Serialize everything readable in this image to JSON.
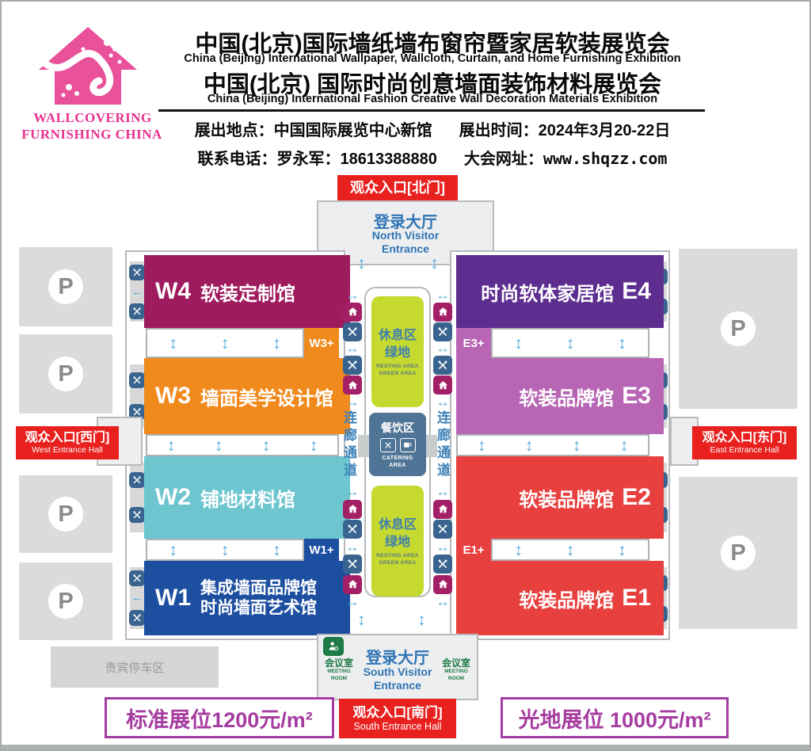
{
  "header": {
    "logo": {
      "line1": "WALLCOVERING",
      "line2": "FURNISHING CHINA"
    },
    "title_cn_1": "中国(北京)国际墙纸墙布窗帘暨家居软装展览会",
    "title_en_1": "China (Beijing) International Wallpaper, Wallcloth, Curtain, and Home Furnishing Exhibition",
    "title_cn_2": "中国(北京) 国际时尚创意墙面装饰材料展览会",
    "title_en_2": "China (Beijing) International Fashion Creative Wall Decoration Materials Exhibition",
    "location_label": "展出地点：",
    "location_value": "中国国际展览中心新馆",
    "time_label": "展出时间：",
    "time_value": "2024年3月20-22日",
    "phone_label": "联系电话：",
    "phone_value": "罗永军：18613388880",
    "web_label": "大会网址：",
    "web_value": "www.shqzz.com"
  },
  "entrances": {
    "north": {
      "cn": "观众入口[北门]"
    },
    "south": {
      "cn": "观众入口[南门]",
      "en": "South Entrance Hall"
    },
    "west": {
      "cn": "观众入口[西门]",
      "en": "West Entrance Hall"
    },
    "east": {
      "cn": "观众入口[东门]",
      "en": "East Entrance Hall"
    }
  },
  "lobby_north": {
    "cn": "登录大厅",
    "en_line1": "North Visitor",
    "en_line2": "Entrance"
  },
  "lobby_south": {
    "cn": "登录大厅",
    "en_line1": "South Visitor",
    "en_line2": "Entrance"
  },
  "halls": {
    "w4": {
      "code": "W4",
      "name": "软装定制馆"
    },
    "w3": {
      "code": "W3",
      "name": "墙面美学设计馆"
    },
    "w2": {
      "code": "W2",
      "name": "铺地材料馆"
    },
    "w1": {
      "code": "W1",
      "name_line1": "集成墙面品牌馆",
      "name_line2": "时尚墙面艺术馆"
    },
    "e4": {
      "code": "E4",
      "name": "时尚软体家居馆"
    },
    "e3": {
      "code": "E3",
      "name": "软装品牌馆"
    },
    "e2": {
      "code": "E2",
      "name": "软装品牌馆"
    },
    "e1": {
      "code": "E1",
      "name": "软装品牌馆"
    }
  },
  "gate_labels": {
    "w3plus": "W3+",
    "w1plus": "W1+",
    "e3plus": "E3+",
    "e1plus": "E1+"
  },
  "center": {
    "resting": {
      "cn_line1": "休息区",
      "cn_line2": "绿地",
      "en_line1": "RESTING AREA",
      "en_line2": "GREEN AREA"
    },
    "catering": {
      "cn": "餐饮区",
      "en_line1": "CATERING",
      "en_line2": "AREA"
    },
    "corridor_vertical_text": "连廊通道"
  },
  "meeting_room": {
    "cn": "会议室",
    "en_line1": "MEETING",
    "en_line2": "ROOM"
  },
  "parking": {
    "symbol": "P",
    "vip_label": "贵宾停车区"
  },
  "prices": {
    "standard_booth": "标准展位1200元/m²",
    "raw_space": "光地展位 1000元/m²"
  },
  "icons": {
    "arrow_vertical": "↕",
    "arrow_horizontal": "↔",
    "arrow_left": "←"
  },
  "colors": {
    "hall_w4": "#9E1B5E",
    "hall_w3": "#F18A1D",
    "hall_w2": "#6CC5CF",
    "hall_w1": "#1D4FA1",
    "hall_e4": "#5D2D90",
    "hall_e3": "#B765B4",
    "hall_e2": "#E8403E",
    "hall_e1": "#E8403E",
    "entrance_red": "#E8201E",
    "resting_green": "#C5D92F",
    "catering_blue": "#4F7596",
    "price_purple": "#A53CA0",
    "logo_pink": "#E8479B",
    "arrow_blue": "#55A9D9",
    "icon_blue": "#38648F",
    "icon_magenta": "#A32067",
    "meeting_green": "#1E7A46",
    "lobby_text_blue": "#2E74B5"
  }
}
